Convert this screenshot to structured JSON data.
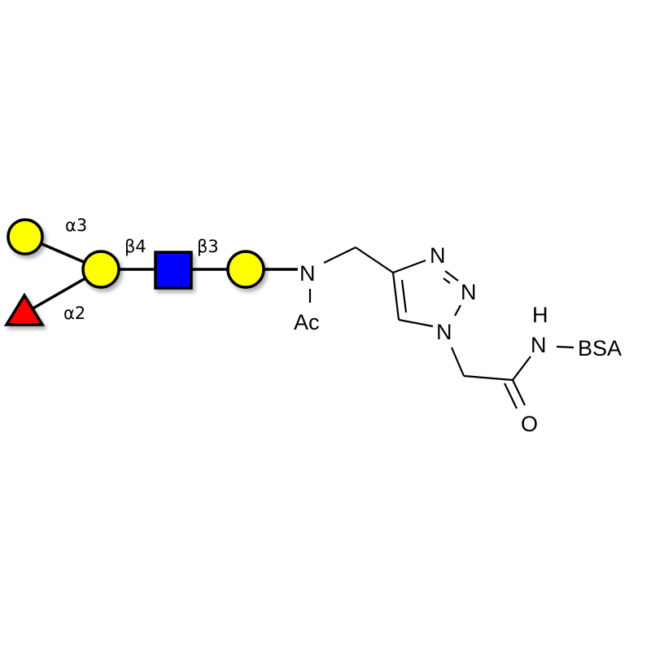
{
  "glycan": {
    "colors": {
      "galactose": "#ffff00",
      "glcnac": "#0000ff",
      "fucose": "#ff0000"
    },
    "linkages": {
      "top": "α3",
      "bottom": "α2",
      "gal_glcnac": "β4",
      "glcnac_gal": "β3"
    }
  },
  "linker": {
    "n_amide": "N",
    "acetyl": "Ac",
    "triazole_n_top": "N",
    "triazole_n_mid": "N",
    "triazole_n1": "N",
    "amide_h": "H",
    "amide_n": "N",
    "carbonyl_o": "O",
    "carrier": "BSA"
  }
}
